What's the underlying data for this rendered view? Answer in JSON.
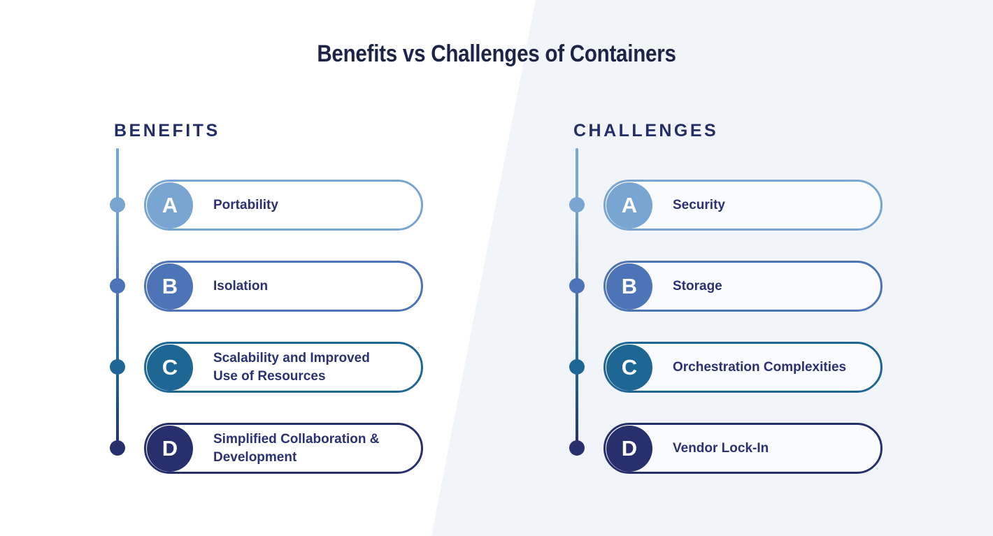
{
  "title": "Benefits vs Challenges of Containers",
  "colors": {
    "background_left": "#ffffff",
    "background_right": "#f1f4f9",
    "title_text": "#1d2445",
    "heading_text": "#242e66",
    "label_text": "#2a3273",
    "tier_a": "#78a5d1",
    "tier_b": "#4d74b6",
    "tier_c": "#1e6795",
    "tier_d": "#272f6d"
  },
  "benefits": {
    "heading": "BENEFITS",
    "items": [
      {
        "letter": "A",
        "label": "Portability",
        "color": "#78a5d1"
      },
      {
        "letter": "B",
        "label": "Isolation",
        "color": "#4d74b6"
      },
      {
        "letter": "C",
        "label": "Scalability and Improved\nUse of Resources",
        "color": "#1e6795"
      },
      {
        "letter": "D",
        "label": "Simplified Collaboration &\nDevelopment",
        "color": "#272f6d"
      }
    ]
  },
  "challenges": {
    "heading": "CHALLENGES",
    "items": [
      {
        "letter": "A",
        "label": "Security",
        "color": "#78a5d1"
      },
      {
        "letter": "B",
        "label": "Storage",
        "color": "#4d74b6"
      },
      {
        "letter": "C",
        "label": "Orchestration Complexities",
        "color": "#1e6795"
      },
      {
        "letter": "D",
        "label": "Vendor Lock-In",
        "color": "#272f6d"
      }
    ]
  }
}
